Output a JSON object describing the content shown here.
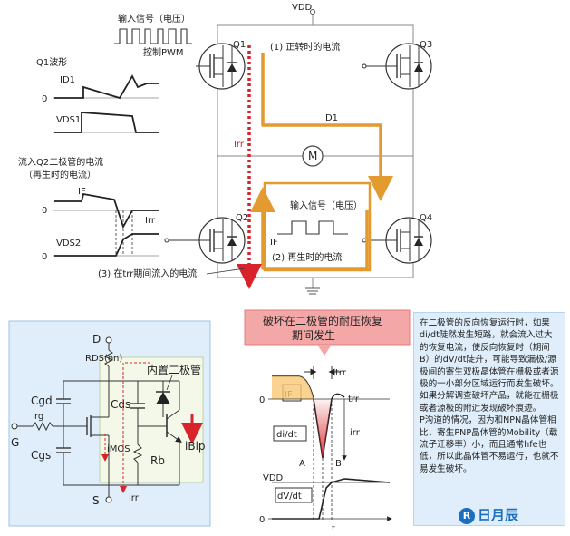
{
  "top": {
    "input_signal": "输入信号（电压）",
    "control_pwm": "控制PWM",
    "vdd": "VDD",
    "q1": "Q1",
    "q2": "Q2",
    "q3": "Q3",
    "q4": "Q4",
    "forward_current": "(1) 正转时的电流",
    "id1": "ID1",
    "irr": "Irr",
    "motor": "M",
    "inner_input_signal": "输入信号（电压）",
    "if_label": "IF",
    "regen_current": "(2) 再生时的电流",
    "trr_current": "(3) 在trr期间流入的电流"
  },
  "waves": {
    "q1_title": "Q1波形",
    "id1": "ID1",
    "zero1": "0",
    "vds1": "VDS1",
    "q2_title": "流入Q2二极管的电流",
    "q2_subtitle": "（再生时的电流）",
    "if_label": "IF",
    "zero2": "0",
    "irr": "Irr",
    "vds2": "VDS2",
    "zero3": "0"
  },
  "circuit": {
    "d": "D",
    "rds": "RDS(on)",
    "builtin_diode": "内置二极管",
    "cgd": "Cgd",
    "cds": "Cds",
    "rg": "rg",
    "g": "G",
    "cgs": "Cgs",
    "imos": "iMOS",
    "rb": "Rb",
    "ibip": "iBip",
    "s": "S",
    "irr": "irr"
  },
  "recovery": {
    "banner_line1": "破坏在二极管的耐压恢复",
    "banner_line2": "期间发生",
    "trr": "trr",
    "if_label": "IF",
    "zero_top": "0",
    "didt": "di/dt",
    "irr": "irr",
    "a": "A",
    "b": "B",
    "vdd": "VDD",
    "dvdt": "dV/dt",
    "zero_bottom": "0",
    "t": "t"
  },
  "side_text": {
    "para1": "在二极管的反向恢复运行时，如果di/dt陡然发生短路，就会流入过大的恢复电流，使反向恢复时（期间B）的dV/dt陡升，可能导致漏极/源极间的寄生双极晶体管在栅极或者源极的一小部分区域运行而发生破坏。如果分解调查破坏产品，就能在栅极或者源极的附近发现破坏痕迹。",
    "para2": "P沟道的情况，因为和NPN晶体管相比，寄生PNP晶体管的Mobility（载流子迁移率）小，而且通常hfe也低，所以此晶体管不易运行，也就不易发生破坏。"
  },
  "logo": {
    "mark": "R",
    "text": "日月辰"
  },
  "colors": {
    "orange": "#e39a2e",
    "red": "#d8232a",
    "panel_blue": "#dfeefa",
    "banner_pink": "#f4a7a7",
    "diode_green": "#f3f8e8"
  }
}
